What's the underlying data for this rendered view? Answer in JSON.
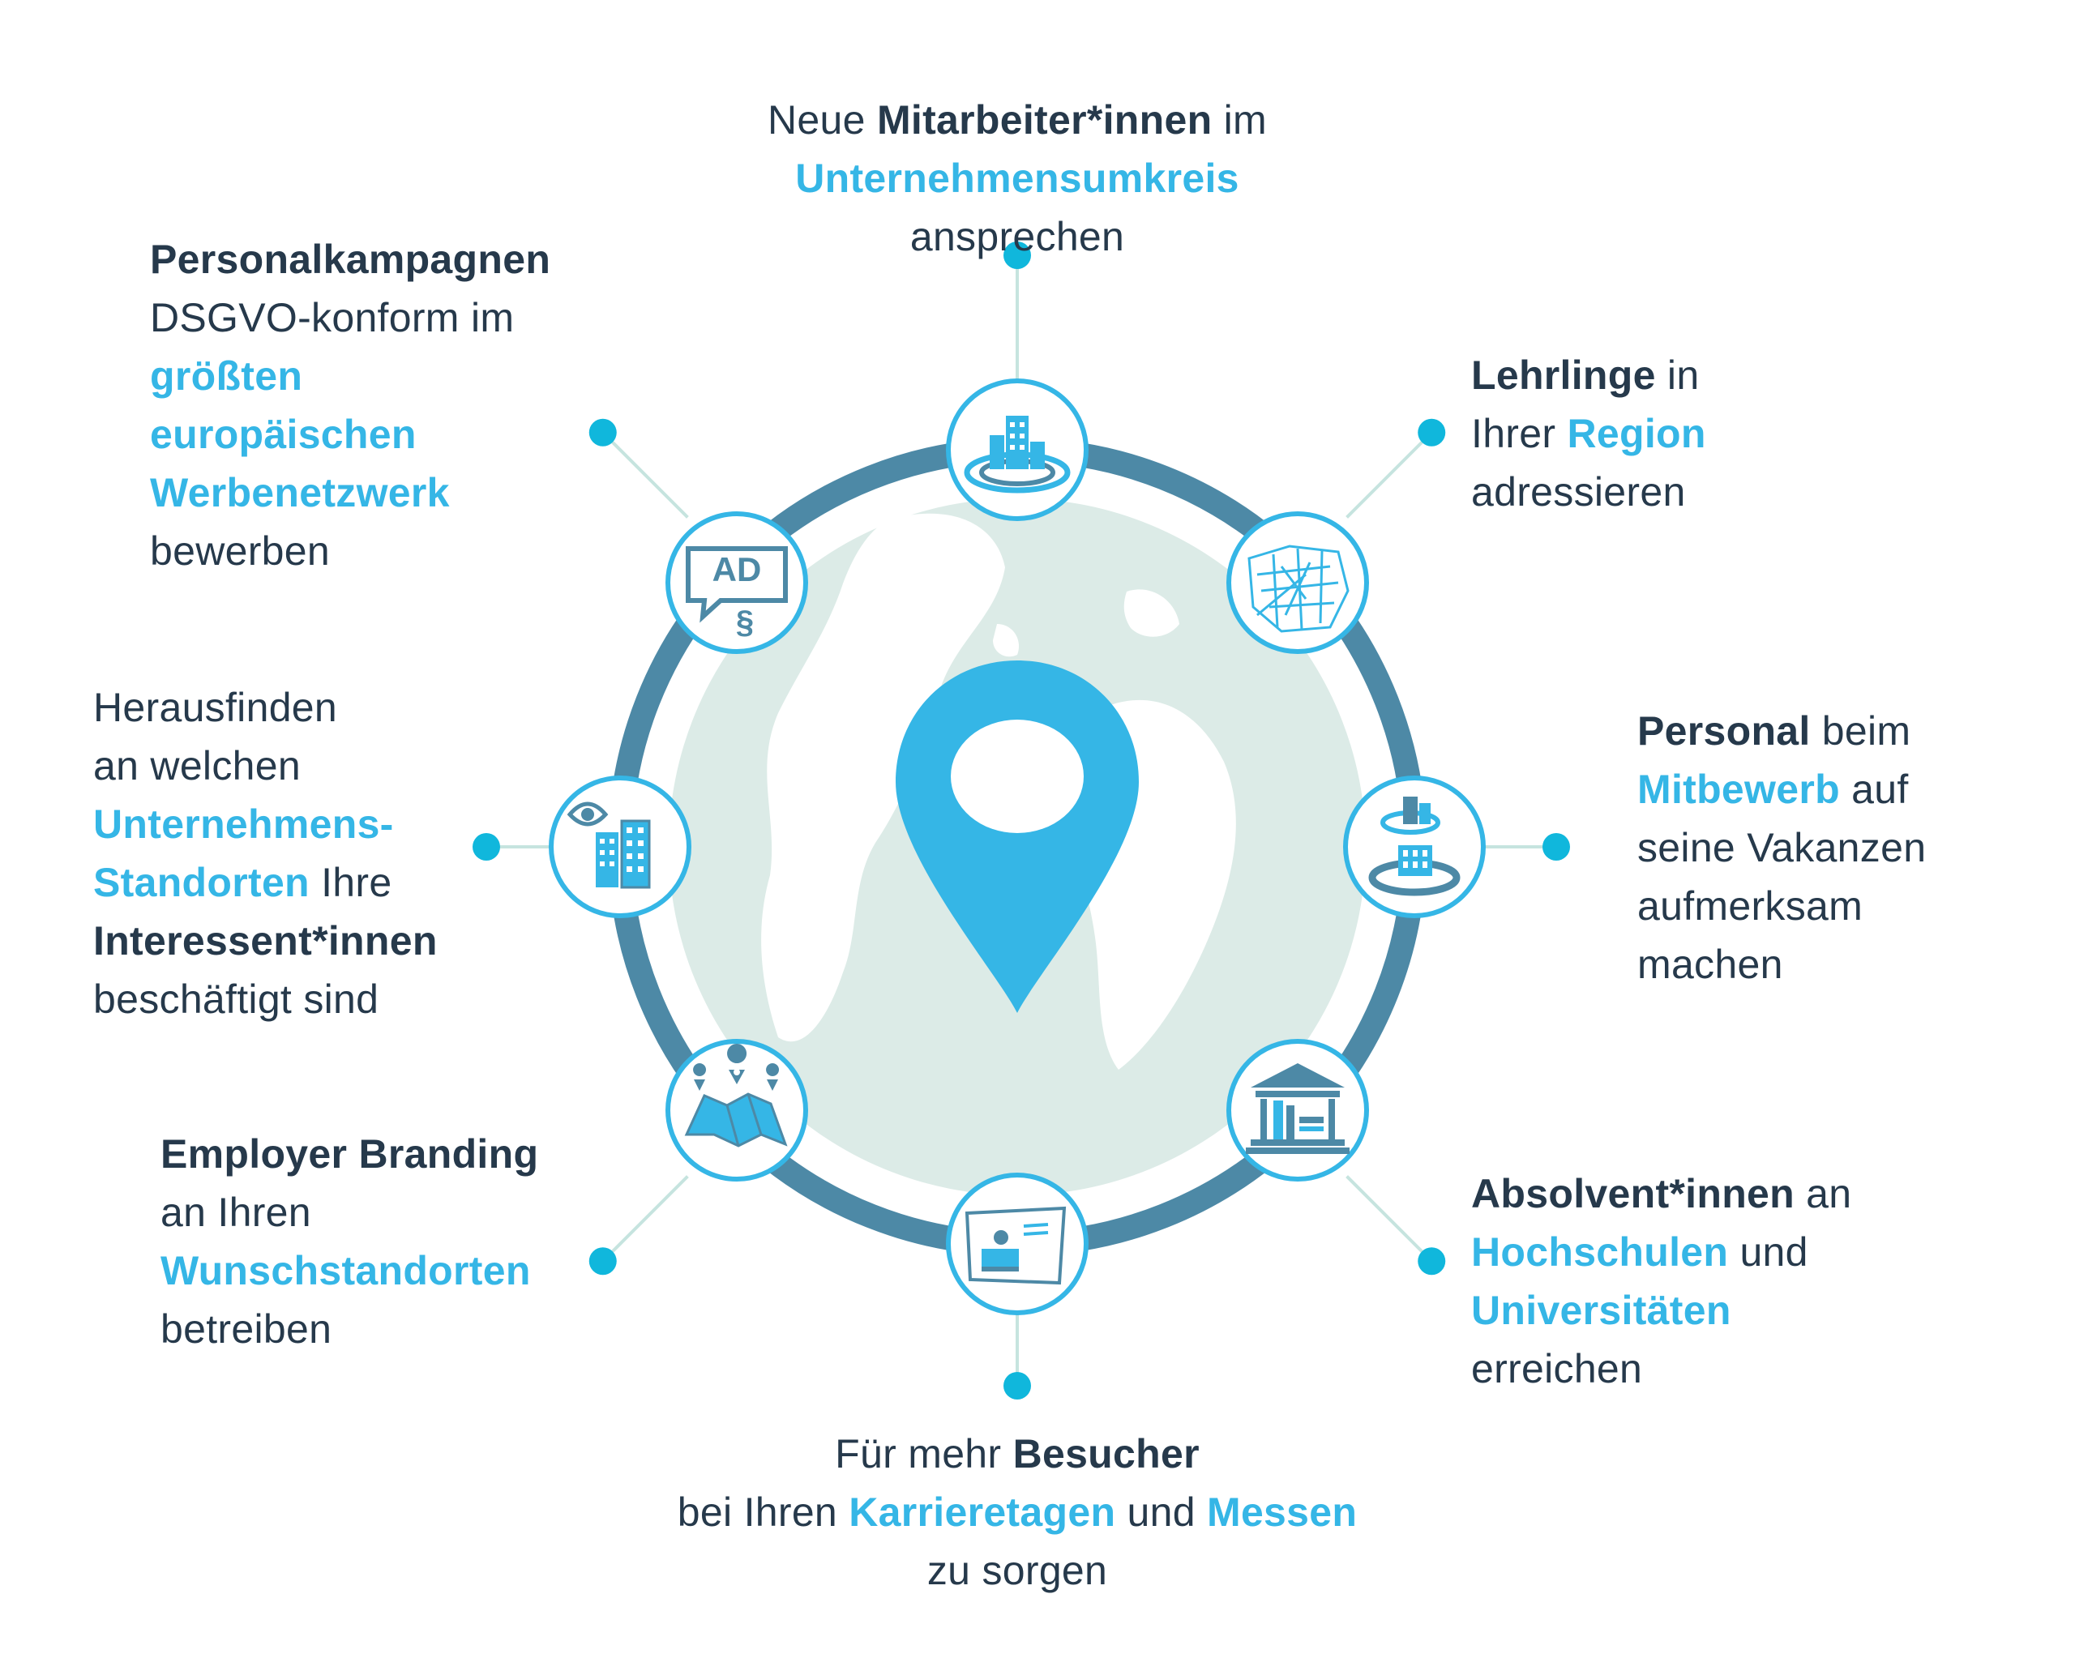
{
  "colors": {
    "accent": "#35b6e6",
    "dark_text": "#26394b",
    "ring": "#4d89a6",
    "globe": "#dcebe7",
    "connector": "#c6e4df",
    "dot": "#10b7dc",
    "icon_bg": "#ffffff"
  },
  "icons": [
    "building-target-icon",
    "city-map-icon",
    "competitor-buildings-icon",
    "university-icon",
    "career-fair-booth-icon",
    "map-pins-icon",
    "building-eye-icon",
    "ad-paragraph-icon"
  ],
  "center_icon": "location-pin-icon",
  "background_icon": "globe-icon",
  "items": [
    {
      "id": "top",
      "lines": [
        [
          {
            "t": "Neue ",
            "s": "n"
          },
          {
            "t": "Mitarbeiter*innen",
            "s": "b"
          },
          {
            "t": " im",
            "s": "n"
          }
        ],
        [
          {
            "t": "Unternehmensumkreis",
            "s": "a"
          }
        ],
        [
          {
            "t": "ansprechen",
            "s": "n"
          }
        ]
      ]
    },
    {
      "id": "top-right",
      "lines": [
        [
          {
            "t": "Lehrlinge",
            "s": "b"
          },
          {
            "t": " in",
            "s": "n"
          }
        ],
        [
          {
            "t": "Ihrer ",
            "s": "n"
          },
          {
            "t": "Region",
            "s": "a"
          }
        ],
        [
          {
            "t": "adressieren",
            "s": "n"
          }
        ]
      ]
    },
    {
      "id": "right",
      "lines": [
        [
          {
            "t": "Personal",
            "s": "b"
          },
          {
            "t": " beim",
            "s": "n"
          }
        ],
        [
          {
            "t": "Mitbewerb",
            "s": "a"
          },
          {
            "t": " auf",
            "s": "n"
          }
        ],
        [
          {
            "t": "seine Vakanzen",
            "s": "n"
          }
        ],
        [
          {
            "t": "aufmerksam",
            "s": "n"
          }
        ],
        [
          {
            "t": "machen",
            "s": "n"
          }
        ]
      ]
    },
    {
      "id": "bottom-right",
      "lines": [
        [
          {
            "t": "Absolvent*innen",
            "s": "b"
          },
          {
            "t": " an",
            "s": "n"
          }
        ],
        [
          {
            "t": "Hochschulen",
            "s": "a"
          },
          {
            "t": " und",
            "s": "n"
          }
        ],
        [
          {
            "t": "Universitäten",
            "s": "a"
          }
        ],
        [
          {
            "t": "erreichen",
            "s": "n"
          }
        ]
      ]
    },
    {
      "id": "bottom",
      "lines": [
        [
          {
            "t": "Für mehr ",
            "s": "n"
          },
          {
            "t": "Besucher",
            "s": "b"
          }
        ],
        [
          {
            "t": "bei Ihren ",
            "s": "n"
          },
          {
            "t": "Karrieretagen",
            "s": "a"
          },
          {
            "t": " und ",
            "s": "n"
          },
          {
            "t": "Messen",
            "s": "a"
          }
        ],
        [
          {
            "t": "zu sorgen",
            "s": "n"
          }
        ]
      ]
    },
    {
      "id": "bottom-left",
      "lines": [
        [
          {
            "t": "Employer Branding",
            "s": "b"
          }
        ],
        [
          {
            "t": "an Ihren",
            "s": "n"
          }
        ],
        [
          {
            "t": "Wunschstandorten",
            "s": "a"
          }
        ],
        [
          {
            "t": "betreiben",
            "s": "n"
          }
        ]
      ]
    },
    {
      "id": "left",
      "lines": [
        [
          {
            "t": "Herausfinden",
            "s": "n"
          }
        ],
        [
          {
            "t": "an welchen",
            "s": "n"
          }
        ],
        [
          {
            "t": "Unternehmens-",
            "s": "a"
          }
        ],
        [
          {
            "t": "Standorten",
            "s": "a"
          },
          {
            "t": " Ihre",
            "s": "n"
          }
        ],
        [
          {
            "t": "Interessent*innen",
            "s": "b"
          }
        ],
        [
          {
            "t": "beschäftigt sind",
            "s": "n"
          }
        ]
      ]
    },
    {
      "id": "top-left",
      "lines": [
        [
          {
            "t": "Personalkampagnen",
            "s": "b"
          }
        ],
        [
          {
            "t": "DSGVO-konform im",
            "s": "n"
          }
        ],
        [
          {
            "t": "größten",
            "s": "a"
          }
        ],
        [
          {
            "t": "europäischen",
            "s": "a"
          }
        ],
        [
          {
            "t": "Werbenetzwerk",
            "s": "a"
          }
        ],
        [
          {
            "t": "bewerben",
            "s": "n"
          }
        ]
      ]
    }
  ]
}
